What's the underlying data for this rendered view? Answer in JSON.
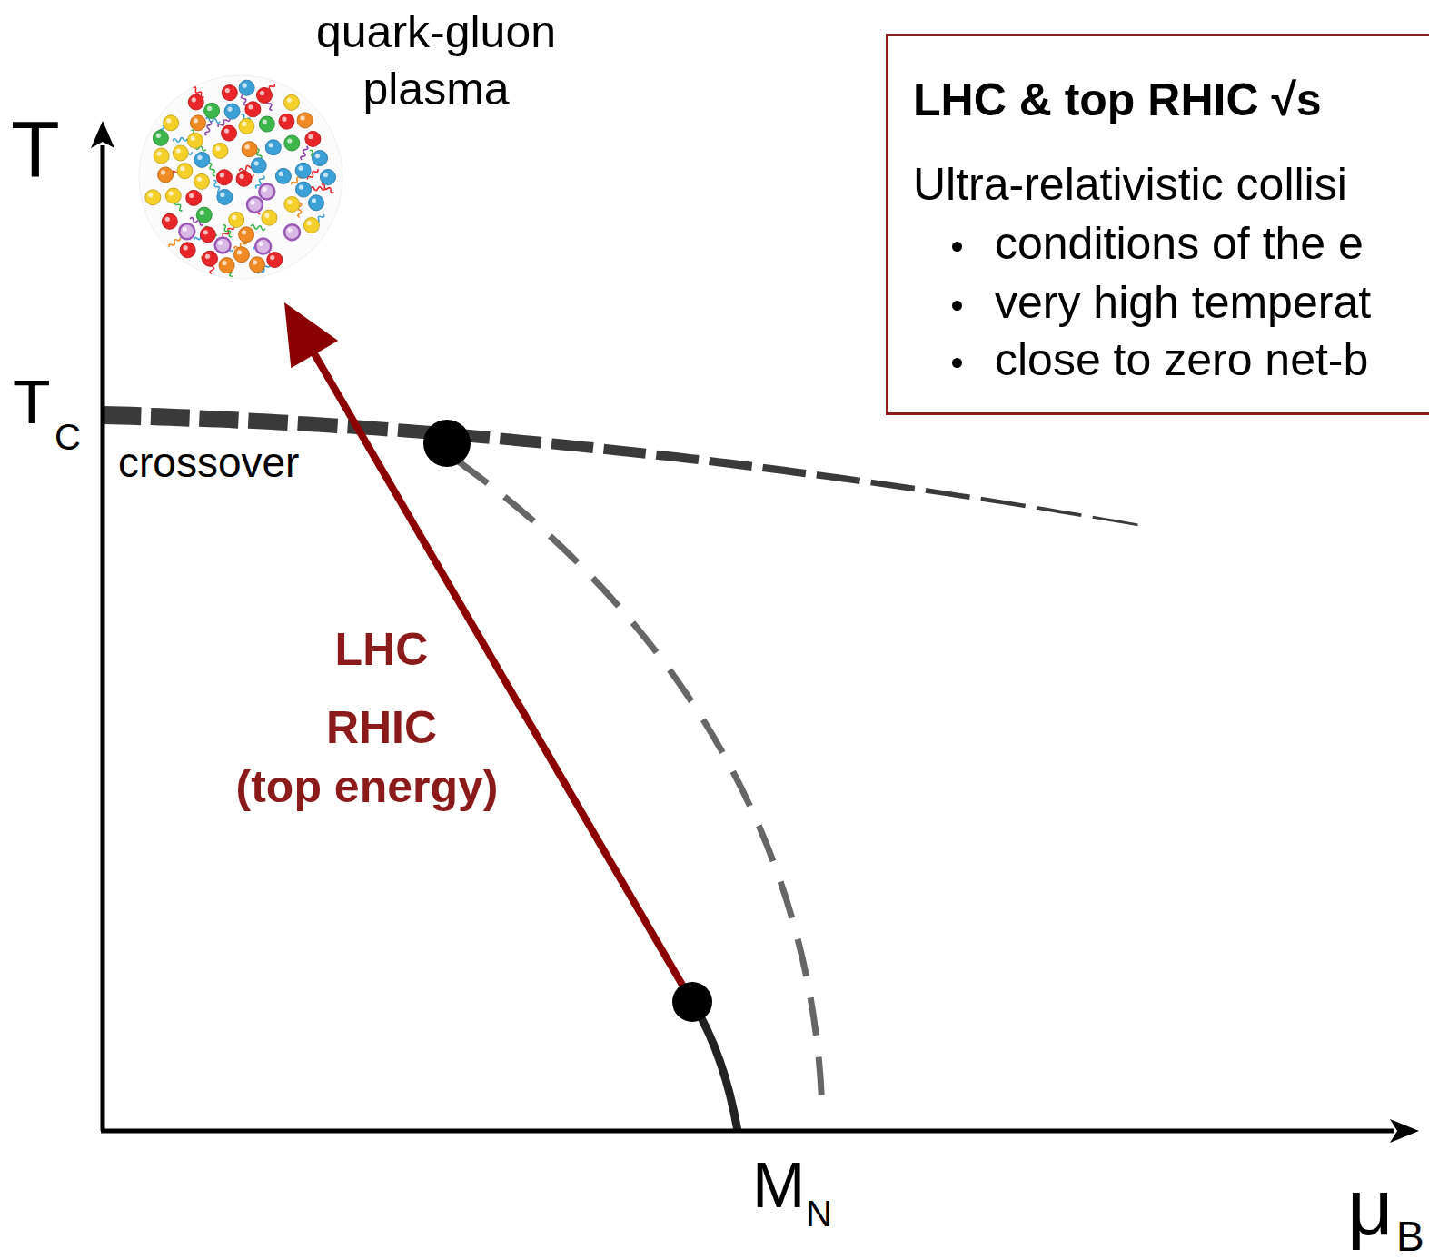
{
  "diagram": {
    "nodes": [
      {
        "text": [
          "LHC & top RHIC √s",
          "Ultra-relativistic collisi",
          "conditions of the e",
          "very high temperat",
          "close to zero net-b"
        ]
      }
    ],
    "labels": [
      "quark-gluon plasma",
      "T",
      "T",
      "C",
      "crossover",
      "LHC",
      "RHIC",
      "(top energy)",
      "M",
      "N",
      "μ",
      "B"
    ]
  }
}
